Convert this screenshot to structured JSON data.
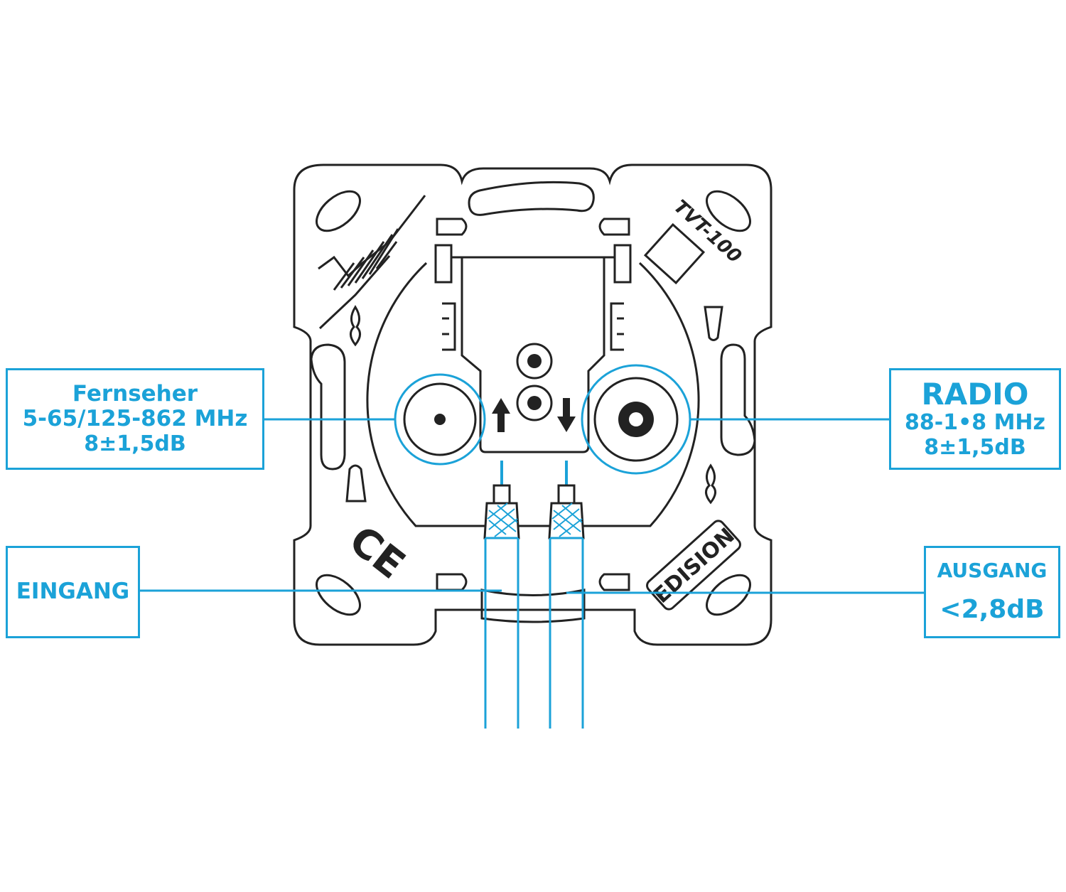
{
  "device": {
    "model": "TVT-100",
    "brand": "EDISION",
    "certification": "CE"
  },
  "labels": {
    "fernseher": {
      "title": "Fernseher",
      "frequency": "5-65/125-862 MHz",
      "attenuation": "8±1,5dB"
    },
    "radio": {
      "title": "RADIO",
      "frequency": "88-1•8 MHz",
      "attenuation": "8±1,5dB"
    },
    "eingang": {
      "title": "EINGANG"
    },
    "ausgang": {
      "title": "AUSGANG",
      "attenuation": "<2,8dB"
    }
  },
  "colors": {
    "accent": "#1ba2d8",
    "line": "#222222",
    "background": "#ffffff"
  }
}
